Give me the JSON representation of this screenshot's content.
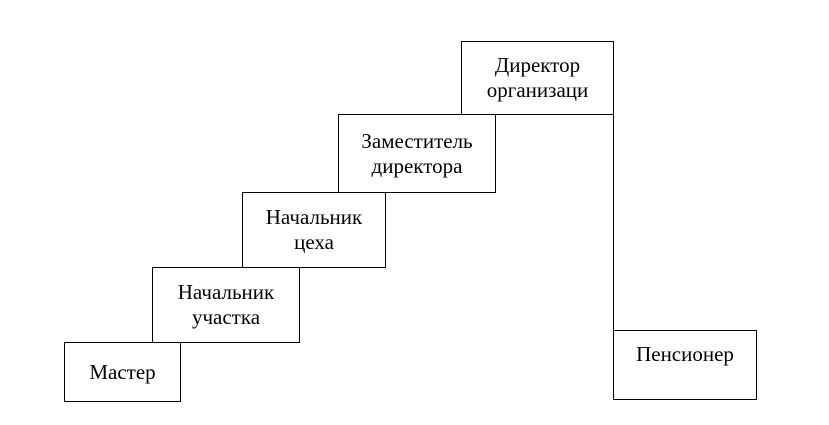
{
  "diagram": {
    "steps": [
      {
        "id": "master",
        "label": "Мастер"
      },
      {
        "id": "uchastok",
        "label": "Начальник\nучастка"
      },
      {
        "id": "tseh",
        "label": "Начальник\nцеха"
      },
      {
        "id": "zam",
        "label": "Заместитель\nдиректора"
      },
      {
        "id": "dir",
        "label": "Директор\nорганизаци"
      }
    ],
    "retired": {
      "id": "pens",
      "label": "Пенсионер"
    },
    "line_color": "#000000"
  }
}
